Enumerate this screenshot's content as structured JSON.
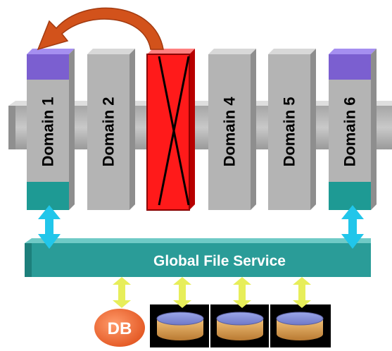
{
  "domains": [
    {
      "label": "Domain 1",
      "state": "active"
    },
    {
      "label": "Domain 2",
      "state": "idle"
    },
    {
      "label": "",
      "state": "failed"
    },
    {
      "label": "Domain 4",
      "state": "idle"
    },
    {
      "label": "Domain 5",
      "state": "idle"
    },
    {
      "label": "Domain 6",
      "state": "active"
    }
  ],
  "file_service": {
    "label": "Global File Service"
  },
  "storage": {
    "db_label": "DB",
    "disk_count": 3
  },
  "colors": {
    "rack": "#b4b4b4",
    "rack_top": "#d8d8d8",
    "failed": "#ff1a1a",
    "purple": "#7b5fd0",
    "teal": "#1e9a94",
    "service": "#2a9c98",
    "cyan_arrow": "#21c6ea",
    "yellow_arrow": "#e7ee5a",
    "migration_arrow": "#d2521b",
    "db": "#f06a36"
  }
}
